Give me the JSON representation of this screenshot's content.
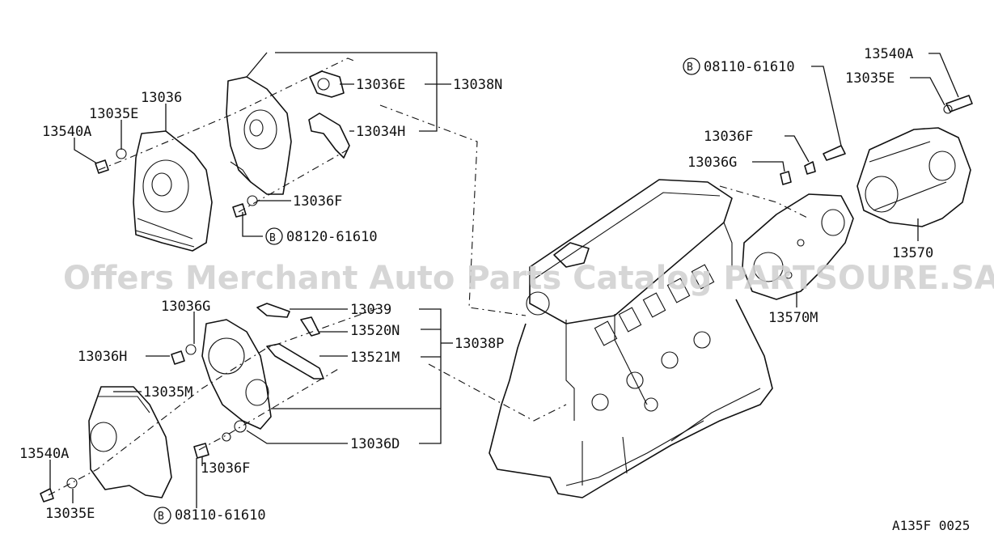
{
  "watermark": "Offers Merchant Auto Parts Catalog PARTSOURE.SA",
  "diagram_code": "A135F 0025",
  "bolt_prefix": "B",
  "labels": {
    "p13036_top": "13036",
    "p13035E_top": "13035E",
    "p13540A_top": "13540A",
    "p13036E": "13036E",
    "p13038N": "13038N",
    "p13034H": "13034H",
    "p13036F_top": "13036F",
    "b08120": "08120-61610",
    "p13036G_left": "13036G",
    "p13036H": "13036H",
    "p13035M": "13035M",
    "p13039": "13039",
    "p13520N": "13520N",
    "p13521M": "13521M",
    "p13038P": "13038P",
    "p13036D": "13036D",
    "p13540A_bottom": "13540A",
    "p13036F_bottom": "13036F",
    "p13035E_bottom": "13035E",
    "b08110_bottom": "08110-61610",
    "b08110_right": "08110-61610",
    "p13540A_right": "13540A",
    "p13035E_right": "13035E",
    "p13036F_right": "13036F",
    "p13036G_right": "13036G",
    "p13570": "13570",
    "p13570M": "13570M"
  }
}
